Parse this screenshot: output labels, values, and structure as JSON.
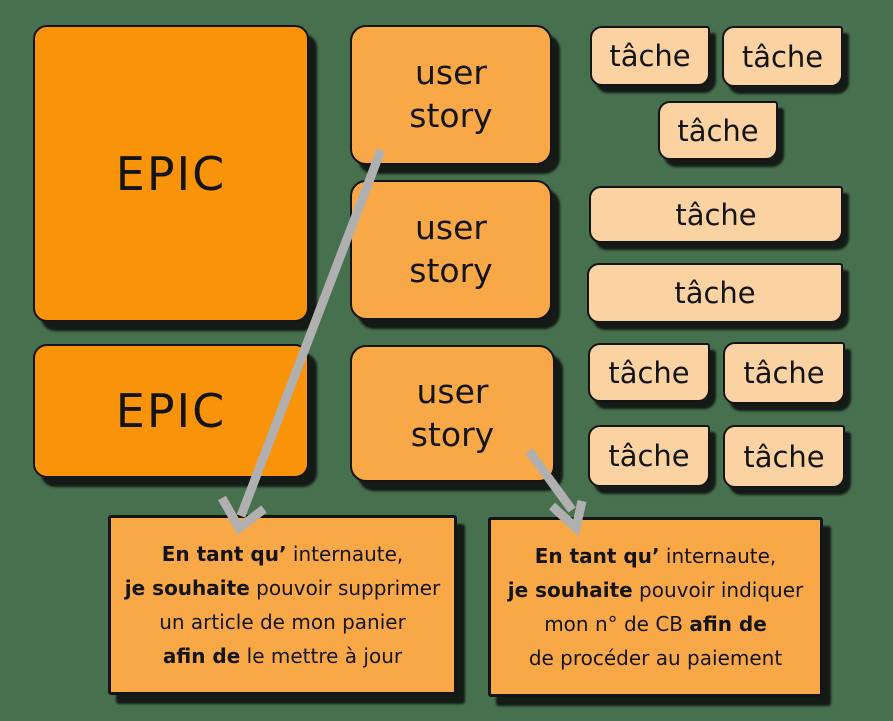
{
  "diagram_title": "Agile backlog decomposition (EPIC - user story - tache)",
  "colors": {
    "background": "#47704F",
    "epic_fill": "#F8930A",
    "user_story_fill": "#F9A848",
    "task_fill": "#FBD3A2",
    "card_fill": "#F9A848",
    "border": "#141414",
    "arrow": "#B0B0B0"
  },
  "epics": [
    {
      "label": "EPIC"
    },
    {
      "label": "EPIC"
    }
  ],
  "user_stories": [
    {
      "label": "user\nstory"
    },
    {
      "label": "user\nstory"
    },
    {
      "label": "user\nstory"
    }
  ],
  "tasks": [
    {
      "label": "tâche"
    },
    {
      "label": "tâche"
    },
    {
      "label": "tâche"
    },
    {
      "label": "tâche"
    },
    {
      "label": "tâche"
    },
    {
      "label": "tâche"
    },
    {
      "label": "tâche"
    },
    {
      "label": "tâche"
    },
    {
      "label": "tâche"
    }
  ],
  "story_cards": [
    {
      "lines": [
        [
          {
            "t": "En tant qu’",
            "b": true
          },
          {
            "t": " internaute,",
            "b": false
          }
        ],
        [
          {
            "t": "je souhaite",
            "b": true
          },
          {
            "t": " pouvoir supprimer",
            "b": false
          }
        ],
        [
          {
            "t": "un article de mon panier",
            "b": false
          }
        ],
        [
          {
            "t": "afin de",
            "b": true
          },
          {
            "t": " le mettre à jour",
            "b": false
          }
        ]
      ]
    },
    {
      "lines": [
        [
          {
            "t": "En tant qu’",
            "b": true
          },
          {
            "t": " internaute,",
            "b": false
          }
        ],
        [
          {
            "t": "je souhaite",
            "b": true
          },
          {
            "t": " pouvoir indiquer",
            "b": false
          }
        ],
        [
          {
            "t": "mon n° de CB ",
            "b": false
          },
          {
            "t": "afin de",
            "b": true
          }
        ],
        [
          {
            "t": "de procéder au paiement",
            "b": false
          }
        ]
      ]
    }
  ]
}
